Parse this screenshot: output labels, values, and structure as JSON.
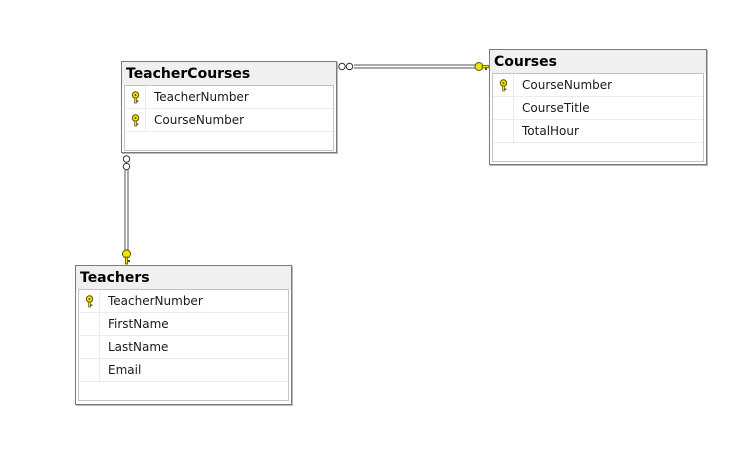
{
  "tables": {
    "teacher_courses": {
      "title": "TeacherCourses",
      "columns": [
        {
          "name": "TeacherNumber",
          "primary_key": true
        },
        {
          "name": "CourseNumber",
          "primary_key": true
        }
      ]
    },
    "courses": {
      "title": "Courses",
      "columns": [
        {
          "name": "CourseNumber",
          "primary_key": true
        },
        {
          "name": "CourseTitle",
          "primary_key": false
        },
        {
          "name": "TotalHour",
          "primary_key": false
        }
      ]
    },
    "teachers": {
      "title": "Teachers",
      "columns": [
        {
          "name": "TeacherNumber",
          "primary_key": true
        },
        {
          "name": "FirstName",
          "primary_key": false
        },
        {
          "name": "LastName",
          "primary_key": false
        },
        {
          "name": "Email",
          "primary_key": false
        }
      ]
    }
  },
  "relationships": [
    {
      "from_table": "TeacherCourses",
      "to_table": "Courses",
      "from_end": "many",
      "to_end": "one"
    },
    {
      "from_table": "TeacherCourses",
      "to_table": "Teachers",
      "from_end": "many",
      "to_end": "one"
    }
  ],
  "colors": {
    "key_fill": "#f2e600",
    "key_stroke": "#5a5200",
    "line": "#555555",
    "title_bg": "#f0f0f0"
  },
  "icons": {
    "primary_key": "key-icon",
    "many_end": "infinity-icon",
    "one_end": "key-icon"
  }
}
